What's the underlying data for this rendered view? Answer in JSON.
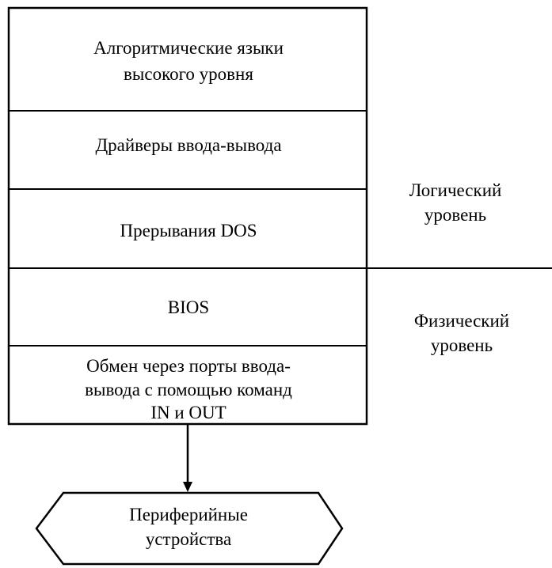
{
  "stack": {
    "layers": [
      {
        "lines": [
          "Алгоритмические языки",
          "высокого уровня"
        ]
      },
      {
        "lines": [
          "Драйверы ввода-вывода"
        ]
      },
      {
        "lines": [
          "Прерывания DOS"
        ]
      },
      {
        "lines": [
          "BIOS"
        ]
      },
      {
        "lines": [
          "Обмен через порты ввода-",
          "вывода с помощью команд",
          "IN и OUT"
        ]
      }
    ]
  },
  "levels": {
    "logical": {
      "lines": [
        "Логический",
        "уровень"
      ]
    },
    "physical": {
      "lines": [
        "Физический",
        "уровень"
      ]
    }
  },
  "peripherals": {
    "lines": [
      "Периферийные",
      "устройства"
    ]
  },
  "colors": {
    "stroke": "#000000",
    "background": "#ffffff"
  }
}
